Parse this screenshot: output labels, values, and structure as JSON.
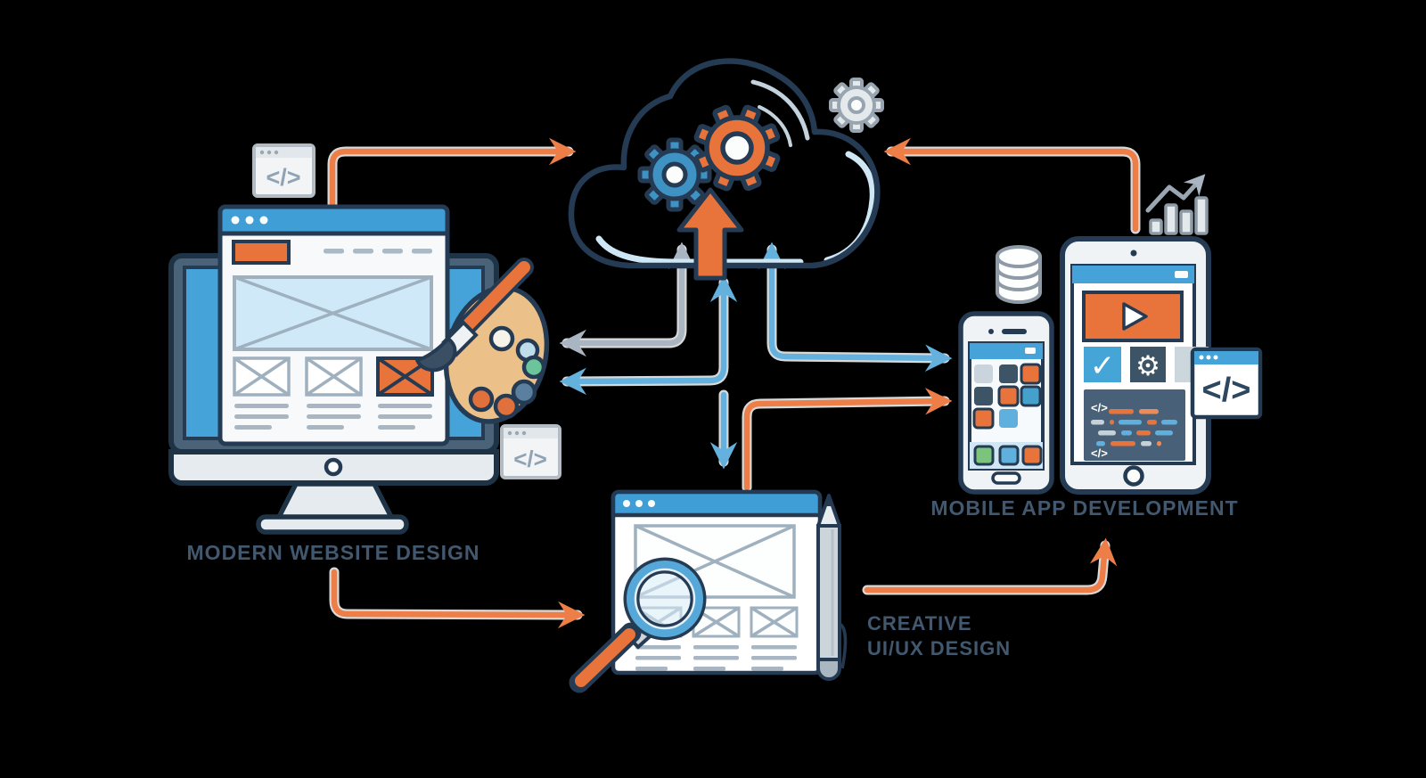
{
  "title": "Web and mobile development workflow illustration",
  "background_color": "#000000",
  "labels": {
    "website": "MODERN WEBSITE DESIGN",
    "mobile": "MOBILE APP DEVELOPMENT",
    "uiux_line1": "CREATIVE",
    "uiux_line2": "UI/UX DESIGN"
  },
  "icons": {
    "code": "</>",
    "check": "✓",
    "gear": "⚙"
  },
  "colors": {
    "navy_outline": "#243b53",
    "slate": "#4a6378",
    "slate_tile": "#3d5366",
    "blue": "#45a3d9",
    "blue_arrow": "#64b1de",
    "light_blue": "#cfe7f5",
    "orange": "#e8743c",
    "orange_arrow": "#ee7e48",
    "gray_arrow": "#a9b6c1",
    "light_gray": "#e4e9ec",
    "tan_palette": "#ecc189",
    "green": "#7cc47c"
  },
  "diagram": {
    "nodes": [
      {
        "id": "website-design",
        "label": "MODERN WEBSITE DESIGN",
        "depicts": "desktop monitor with website wireframe, paint palette and brush, code windows"
      },
      {
        "id": "cloud-services",
        "label": "",
        "depicts": "cloud with orange and blue gears, upload arrow, gray gear outside"
      },
      {
        "id": "mobile-app",
        "label": "MOBILE APP DEVELOPMENT",
        "depicts": "smartphone with app grid, tablet with video player / check / gear tiles and code block, database cylinder, growth bar chart, code window"
      },
      {
        "id": "uiux-design",
        "label": "CREATIVE UI/UX DESIGN",
        "depicts": "browser wireframe with magnifying glass and pencil"
      }
    ],
    "connections": [
      {
        "from": "website-design",
        "to": "cloud-services",
        "color": "orange"
      },
      {
        "from": "mobile-app",
        "to": "cloud-services",
        "color": "orange"
      },
      {
        "from": "cloud-services",
        "to": "website-design",
        "color": "gray",
        "double_headed": true
      },
      {
        "from": "cloud-services",
        "to": "website-design",
        "color": "blue",
        "double_headed": true
      },
      {
        "from": "cloud-services",
        "to": "mobile-app",
        "color": "blue",
        "double_headed": true
      },
      {
        "from": "cloud-services",
        "to": "uiux-design",
        "color": "blue"
      },
      {
        "from": "uiux-design",
        "to": "mobile-app",
        "color": "orange"
      },
      {
        "from": "website-design",
        "to": "uiux-design",
        "color": "orange"
      },
      {
        "from": "uiux-design",
        "to": "mobile-app",
        "color": "orange",
        "note": "up to label"
      }
    ]
  }
}
